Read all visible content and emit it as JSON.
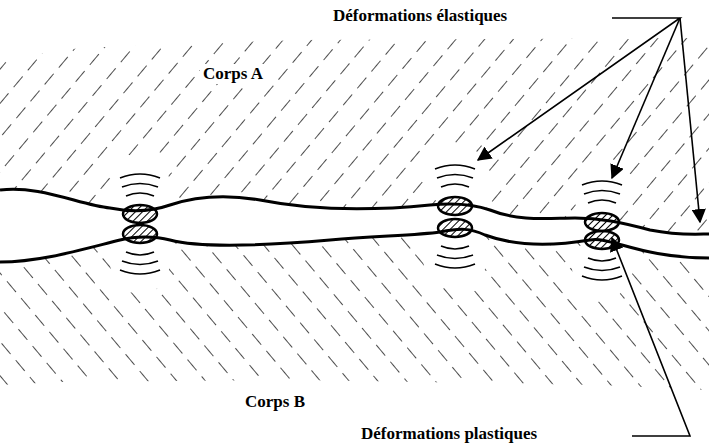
{
  "diagram": {
    "labels": [
      "Déformations élastiques",
      "Corps A",
      "Corps B",
      "Déformations plastiques"
    ]
  }
}
